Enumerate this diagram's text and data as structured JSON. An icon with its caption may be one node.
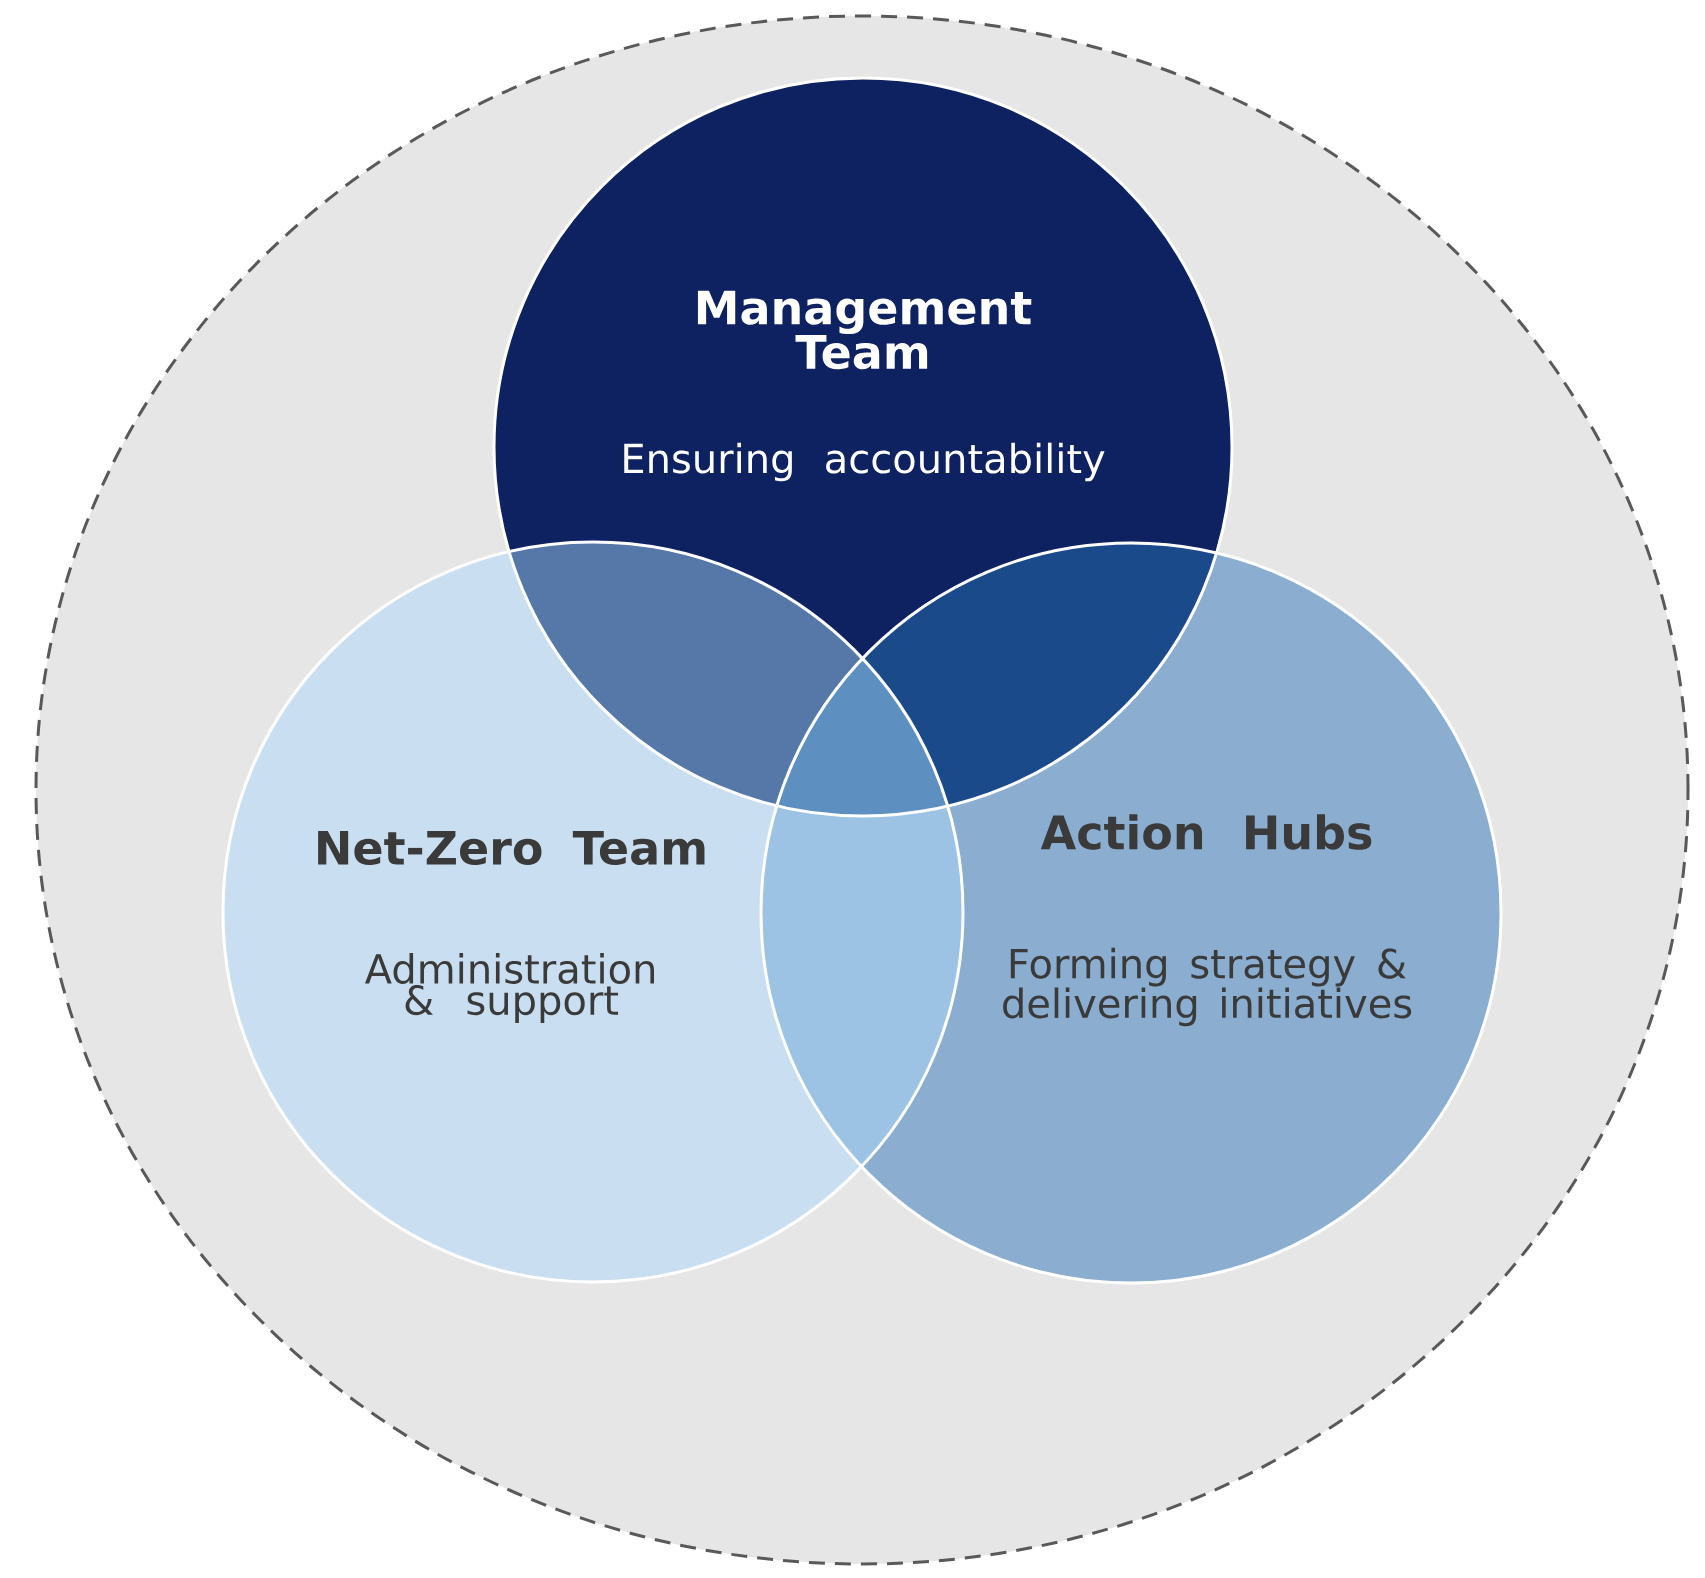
{
  "diagram": {
    "nodes": [
      {
        "text": [],
        "shape": "circle"
      },
      {
        "text": [
          "Management Team",
          "Ensuring accountability"
        ],
        "in": 0
      },
      {
        "text": [
          "Net-Zero Team",
          "Administration & support"
        ],
        "in": 0
      },
      {
        "text": [
          "Action Hubs",
          "Forming strategy & delivering initiatives"
        ],
        "in": 0
      }
    ]
  }
}
